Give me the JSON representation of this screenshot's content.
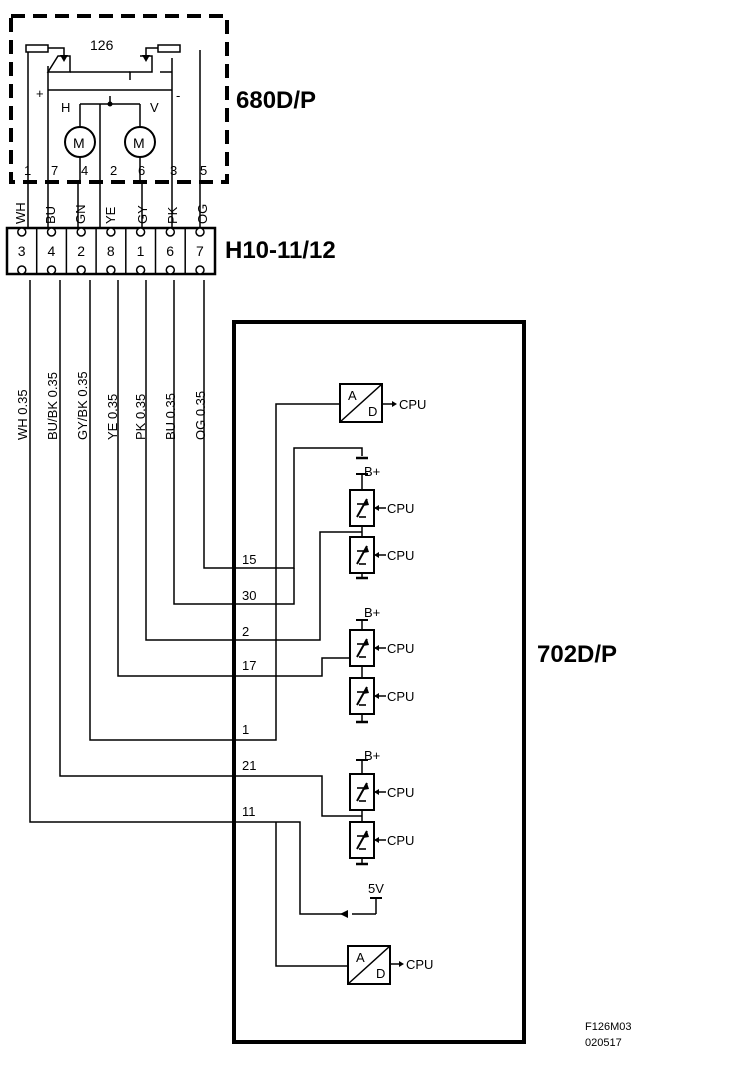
{
  "component_top": {
    "label": "680D/P",
    "number": "126",
    "motor_symbol": "M",
    "motor_h": "H",
    "motor_v": "V",
    "plus": "+",
    "minus": "-"
  },
  "component_ecu": {
    "label": "702D/P"
  },
  "connector": {
    "label": "H10-11/12"
  },
  "pins_top": [
    "1",
    "7",
    "4",
    "2",
    "6",
    "3",
    "5"
  ],
  "wire_colors_top": [
    "WH",
    "BU",
    "GN",
    "YE",
    "GY",
    "PK",
    "OG"
  ],
  "connector_pins": [
    "3",
    "4",
    "2",
    "8",
    "1",
    "6",
    "7"
  ],
  "wires_lower": [
    "WH  0.35",
    "BU/BK  0.35",
    "GY/BK  0.35",
    "YE  0.35",
    "PK  0.35",
    "BU  0.35",
    "OG  0.35"
  ],
  "ecu_pins": [
    "15",
    "30",
    "2",
    "17",
    "1",
    "21",
    "11"
  ],
  "blocks": {
    "cpu": "CPU",
    "adc_a": "A",
    "adc_d": "D",
    "supply_bplus": "B+",
    "supply_5v": "5V"
  },
  "footer": {
    "code": "F126M03",
    "date": "020517"
  }
}
